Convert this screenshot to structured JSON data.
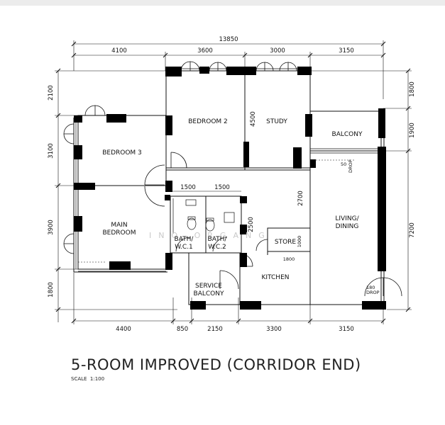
{
  "plan": {
    "title": "5-ROOM IMPROVED (CORRIDOR END)",
    "scale_label": "SCALE",
    "scale_value": "1:100",
    "watermark": "INO ORGANG",
    "dims_top": {
      "total": "13850",
      "d1": "4100",
      "d2": "3600",
      "d3": "3000",
      "d4": "3150"
    },
    "dims_bottom": {
      "d1": "4400",
      "d2": "850",
      "d3": "2150",
      "d4": "3300",
      "d5": "3150"
    },
    "dims_left": {
      "d1": "2100",
      "d2": "3100",
      "d3": "3900",
      "d4": "1800"
    },
    "dims_right": {
      "d1": "1800",
      "d2": "1900",
      "d3": "7200"
    },
    "dims_inner": {
      "bath1_w": "1500",
      "bath2_w": "1500",
      "study_h": "4500",
      "living_h": "2700",
      "bath_h": "2500",
      "store_h": "1000",
      "store_w": "1800"
    },
    "rooms": {
      "bedroom2": "BEDROOM 2",
      "study": "STUDY",
      "balcony": "BALCONY",
      "bedroom3": "BEDROOM 3",
      "main_bedroom_1": "MAIN",
      "main_bedroom_2": "BEDROOM",
      "living_1": "LIVING/",
      "living_2": "DINING",
      "bath1_1": "BATH/",
      "bath1_2": "W.C.1",
      "bath2_1": "BATH/",
      "bath2_2": "W.C.2",
      "store": "STORE",
      "service_1": "SERVICE",
      "service_2": "BALCONY",
      "kitchen": "KITCHEN"
    },
    "drops": {
      "balcony_1": "50",
      "balcony_2": "DROP",
      "entry_1": "180",
      "entry_2": "DROP"
    }
  }
}
